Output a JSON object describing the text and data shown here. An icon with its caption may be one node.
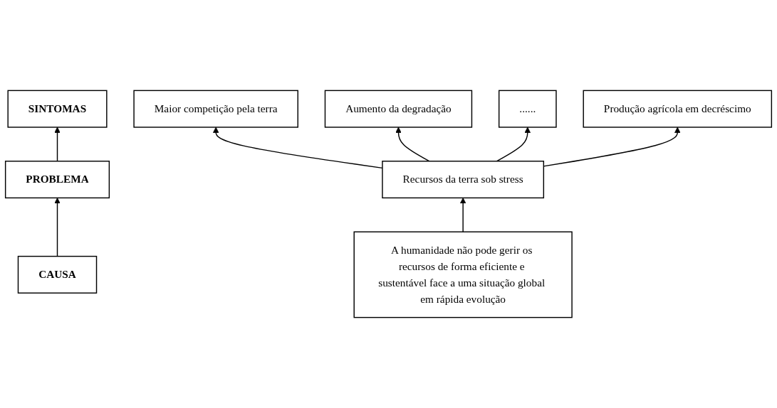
{
  "diagram": {
    "nodes": [
      {
        "text": [
          "SINTOMAS"
        ]
      },
      {
        "text": [
          "PROBLEMA"
        ]
      },
      {
        "text": [
          "CAUSA"
        ]
      },
      {
        "text": [
          "Maior competição pela terra"
        ]
      },
      {
        "text": [
          "Aumento da degradação"
        ]
      },
      {
        "text": [
          "......"
        ]
      },
      {
        "text": [
          "Produção agrícola em decréscimo"
        ]
      },
      {
        "text": [
          "Recursos da terra sob stress"
        ]
      },
      {
        "text": [
          "A humanidade não pode gerir os recursos de forma eficiente e sustentável face a uma situação global em rápida evolução"
        ]
      }
    ],
    "edges": [
      {
        "from": 2,
        "to": 1,
        "arrow": "to"
      },
      {
        "from": 1,
        "to": 0,
        "arrow": "to"
      },
      {
        "from": 8,
        "to": 7,
        "arrow": "to"
      },
      {
        "from": 7,
        "to": 3,
        "arrow": "to"
      },
      {
        "from": 7,
        "to": 4,
        "arrow": "to"
      },
      {
        "from": 7,
        "to": 5,
        "arrow": "to"
      },
      {
        "from": 7,
        "to": 6,
        "arrow": "to"
      }
    ]
  }
}
